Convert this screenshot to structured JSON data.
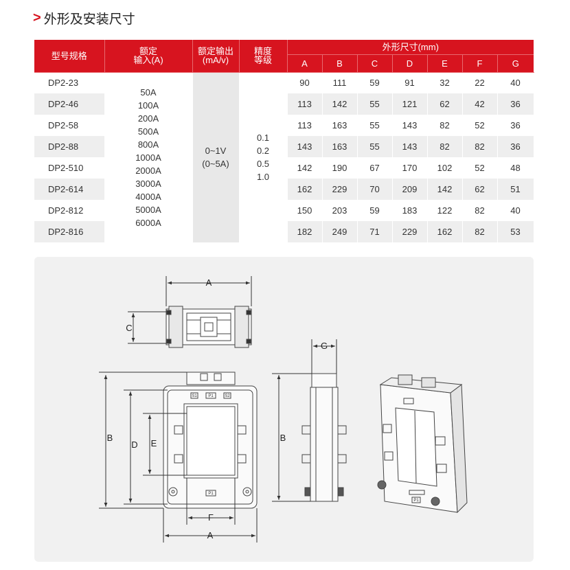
{
  "section": {
    "title": "外形及安装尺寸"
  },
  "table": {
    "headers": {
      "model": "型号规格",
      "current": "额定\n输入(A)",
      "output": "额定输出\n(mA/v)",
      "accuracy": "精度\n等级",
      "dims": "外形尺寸(mm)",
      "dim_cols": [
        "A",
        "B",
        "C",
        "D",
        "E",
        "F",
        "G"
      ]
    },
    "rows": [
      {
        "model": "DP2-23",
        "dims": [
          "90",
          "111",
          "59",
          "91",
          "32",
          "22",
          "40"
        ]
      },
      {
        "model": "DP2-46",
        "dims": [
          "113",
          "142",
          "55",
          "121",
          "62",
          "42",
          "36"
        ]
      },
      {
        "model": "DP2-58",
        "dims": [
          "113",
          "163",
          "55",
          "143",
          "82",
          "52",
          "36"
        ]
      },
      {
        "model": "DP2-88",
        "dims": [
          "143",
          "163",
          "55",
          "143",
          "82",
          "82",
          "36"
        ]
      },
      {
        "model": "DP2-510",
        "dims": [
          "142",
          "190",
          "67",
          "170",
          "102",
          "52",
          "48"
        ]
      },
      {
        "model": "DP2-614",
        "dims": [
          "162",
          "229",
          "70",
          "209",
          "142",
          "62",
          "51"
        ]
      },
      {
        "model": "DP2-812",
        "dims": [
          "150",
          "203",
          "59",
          "183",
          "122",
          "82",
          "40"
        ]
      },
      {
        "model": "DP2-816",
        "dims": [
          "182",
          "249",
          "71",
          "229",
          "162",
          "82",
          "53"
        ]
      }
    ],
    "currents": [
      "50A",
      "100A",
      "200A",
      "500A",
      "800A",
      "1000A",
      "2000A",
      "3000A",
      "4000A",
      "5000A",
      "6000A"
    ],
    "outputs": [
      "0~1V",
      "(0~5A)"
    ],
    "accuracies": [
      "0.1",
      "0.2",
      "0.5",
      "1.0"
    ]
  },
  "drawing": {
    "labels": {
      "A": "A",
      "B": "B",
      "C": "C",
      "D": "D",
      "E": "E",
      "F": "F",
      "G": "G"
    },
    "terminal_labels": {
      "s1": "S1",
      "p1": "P1",
      "s2": "S2"
    }
  }
}
